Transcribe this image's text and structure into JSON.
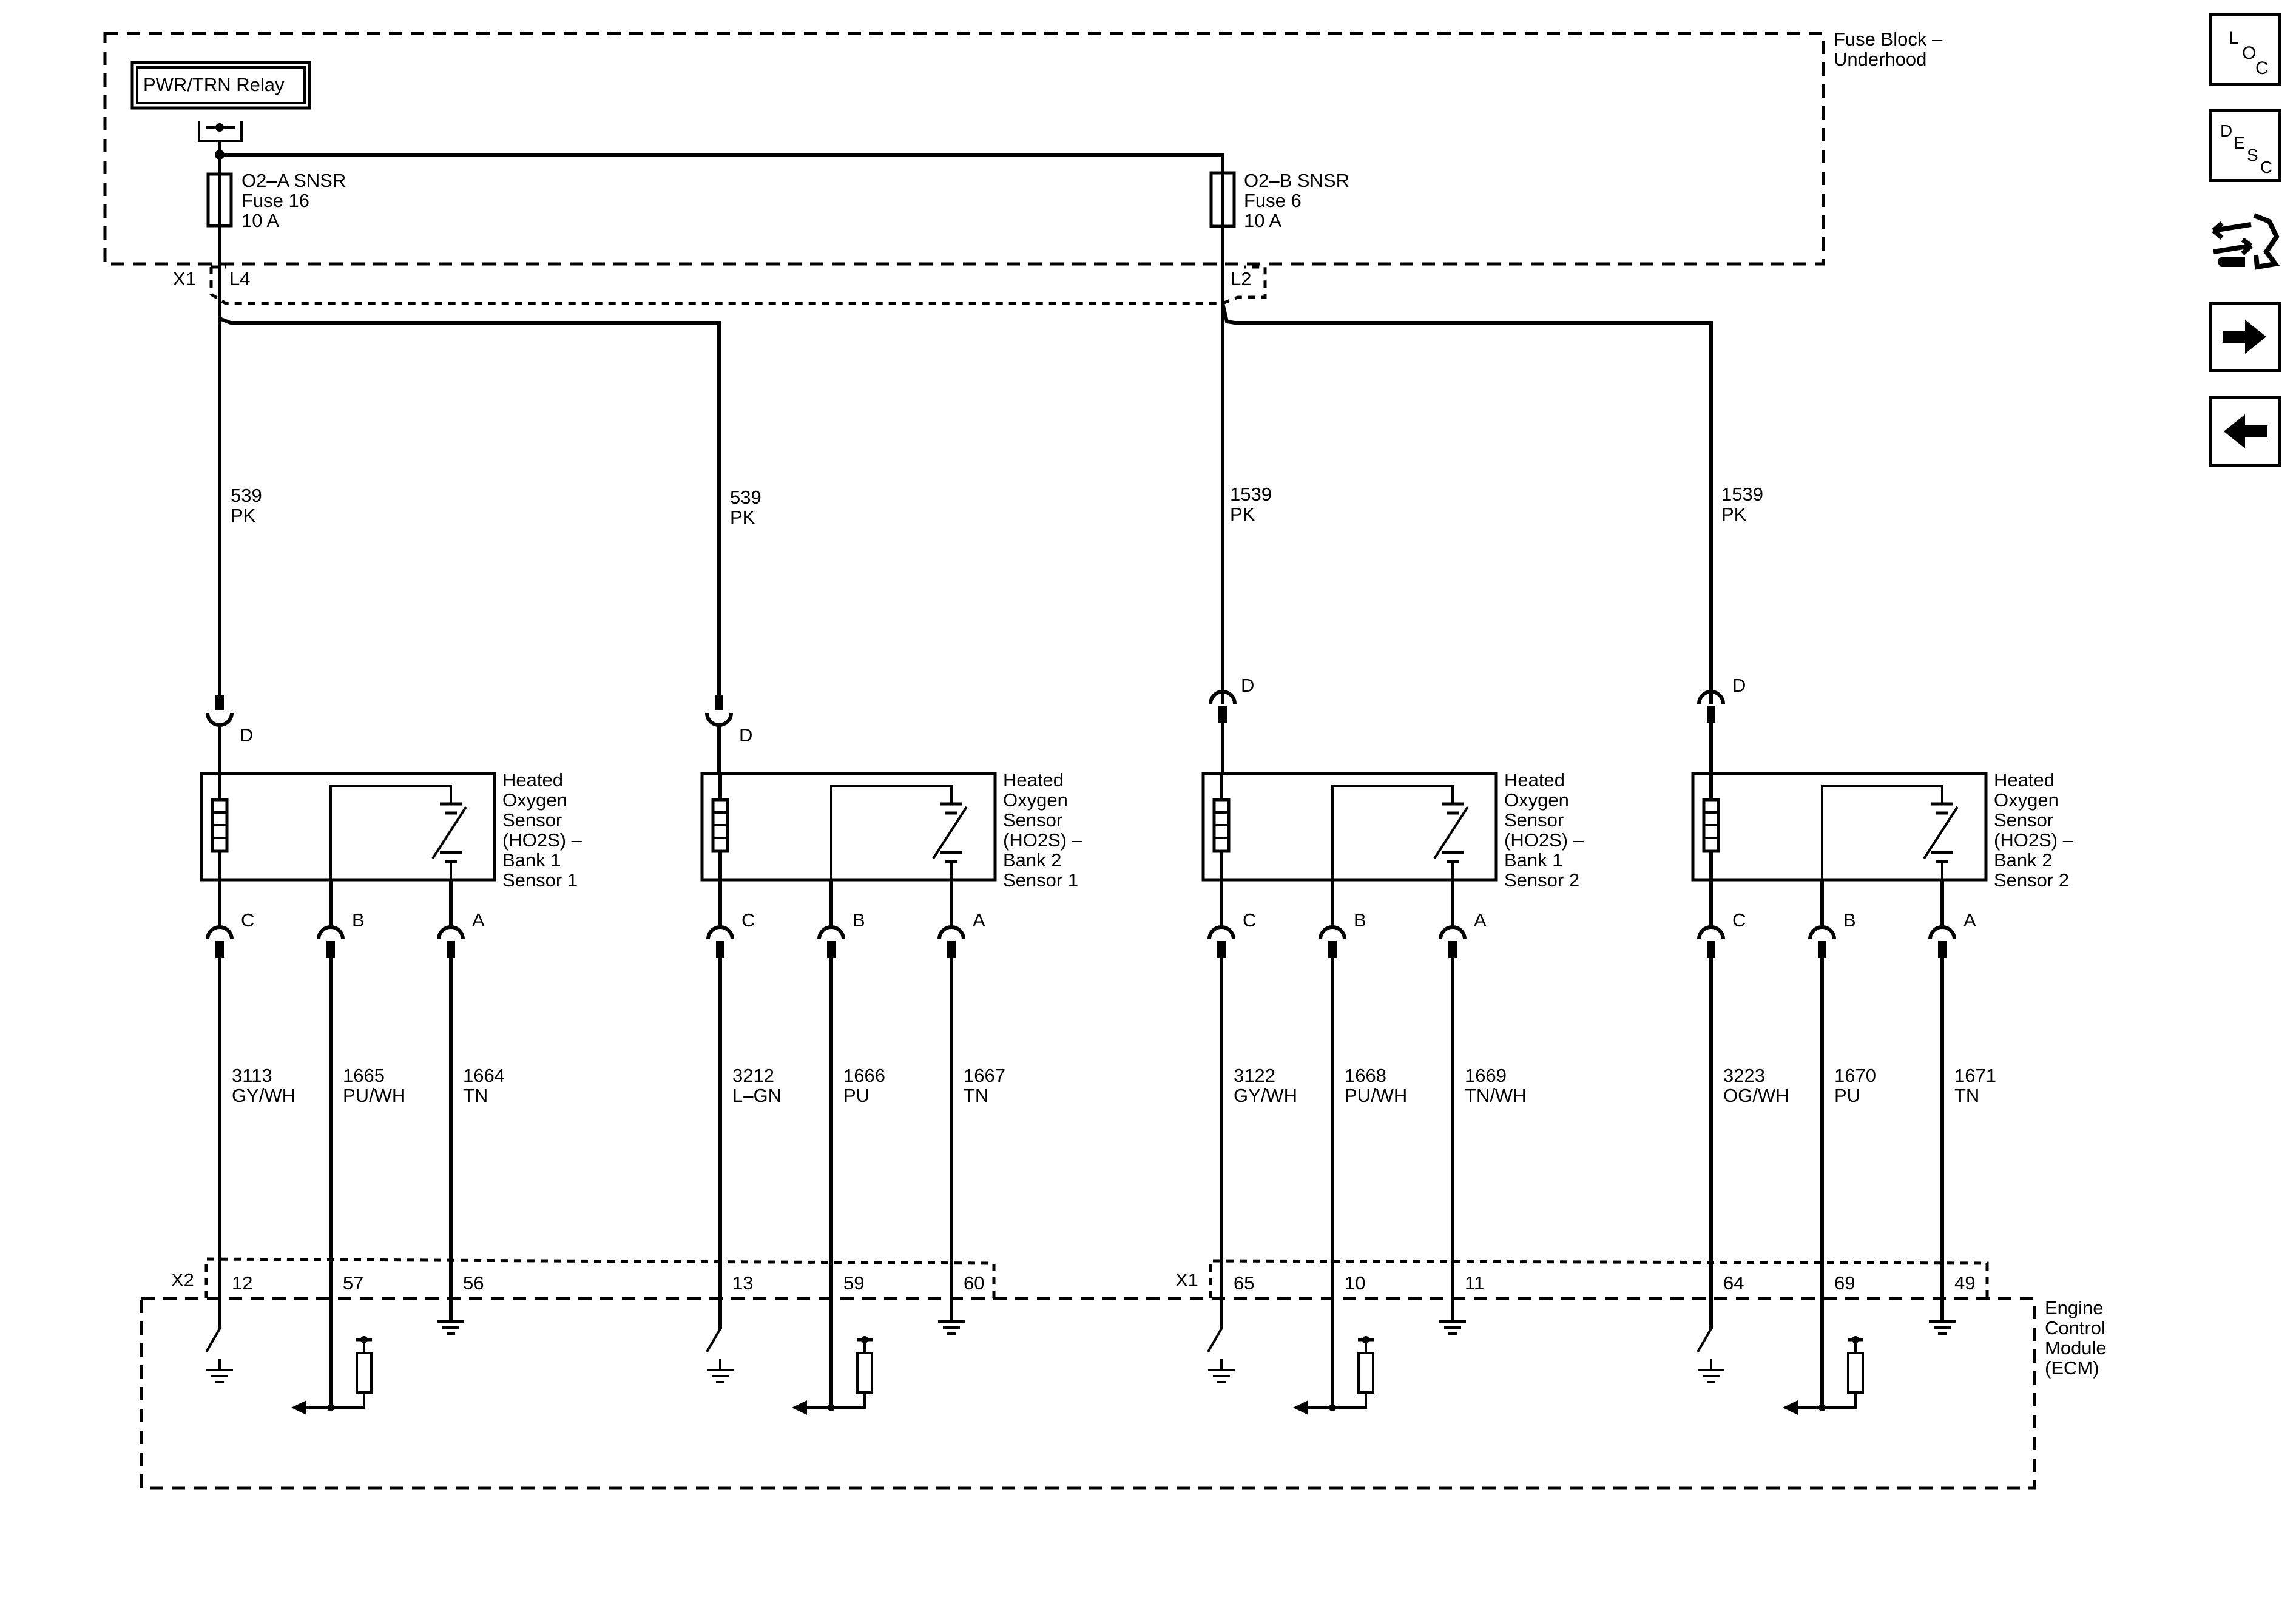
{
  "fuse_block": {
    "title_line1": "Fuse Block –",
    "title_line2": "Underhood"
  },
  "relay": {
    "label": "PWR/TRN Relay"
  },
  "fuses": [
    {
      "line1": "O2–A SNSR",
      "line2": "Fuse 16",
      "line3": "10 A"
    },
    {
      "line1": "O2–B SNSR",
      "line2": "Fuse 6",
      "line3": "10 A"
    }
  ],
  "top_connectors": {
    "x1": "X1",
    "l4": "L4",
    "l2": "L2"
  },
  "feed_wires": [
    {
      "circuit": "539",
      "color": "PK"
    },
    {
      "circuit": "539",
      "color": "PK"
    },
    {
      "circuit": "1539",
      "color": "PK"
    },
    {
      "circuit": "1539",
      "color": "PK"
    }
  ],
  "pin_d": "D",
  "sensors": [
    {
      "l1": "Heated",
      "l2": "Oxygen",
      "l3": "Sensor",
      "l4": "(HO2S)  –",
      "l5": "Bank 1",
      "l6": "Sensor 1",
      "wires": [
        {
          "pin": "C",
          "circuit": "3113",
          "color": "GY/WH"
        },
        {
          "pin": "B",
          "circuit": "1665",
          "color": "PU/WH"
        },
        {
          "pin": "A",
          "circuit": "1664",
          "color": "TN"
        }
      ],
      "ecm_pins": [
        "12",
        "57",
        "56"
      ]
    },
    {
      "l1": "Heated",
      "l2": "Oxygen",
      "l3": "Sensor",
      "l4": "(HO2S)  –",
      "l5": "Bank 2",
      "l6": "Sensor 1",
      "wires": [
        {
          "pin": "C",
          "circuit": "3212",
          "color": "L–GN"
        },
        {
          "pin": "B",
          "circuit": "1666",
          "color": "PU"
        },
        {
          "pin": "A",
          "circuit": "1667",
          "color": "TN"
        }
      ],
      "ecm_pins": [
        "13",
        "59",
        "60"
      ]
    },
    {
      "l1": "Heated",
      "l2": "Oxygen",
      "l3": "Sensor",
      "l4": "(HO2S)  –",
      "l5": "Bank 1",
      "l6": "Sensor 2",
      "wires": [
        {
          "pin": "C",
          "circuit": "3122",
          "color": "GY/WH"
        },
        {
          "pin": "B",
          "circuit": "1668",
          "color": "PU/WH"
        },
        {
          "pin": "A",
          "circuit": "1669",
          "color": "TN/WH"
        }
      ],
      "ecm_pins": [
        "65",
        "10",
        "11"
      ]
    },
    {
      "l1": "Heated",
      "l2": "Oxygen",
      "l3": "Sensor",
      "l4": "(HO2S)  –",
      "l5": "Bank 2",
      "l6": "Sensor 2",
      "wires": [
        {
          "pin": "C",
          "circuit": "3223",
          "color": "OG/WH"
        },
        {
          "pin": "B",
          "circuit": "1670",
          "color": "PU"
        },
        {
          "pin": "A",
          "circuit": "1671",
          "color": "TN"
        }
      ],
      "ecm_pins": [
        "64",
        "69",
        "49"
      ]
    }
  ],
  "ecm_connectors": {
    "x2": "X2",
    "x1": "X1"
  },
  "ecm": {
    "l1": "Engine",
    "l2": "Control",
    "l3": "Module",
    "l4": "(ECM)"
  },
  "nav": {
    "loc": {
      "l": "L",
      "o": "O",
      "c": "C"
    },
    "desc": {
      "d": "D",
      "e": "E",
      "s": "S",
      "c": "C"
    },
    "icons": [
      "connector-tool-icon",
      "arrow-right-icon",
      "arrow-left-icon"
    ]
  }
}
